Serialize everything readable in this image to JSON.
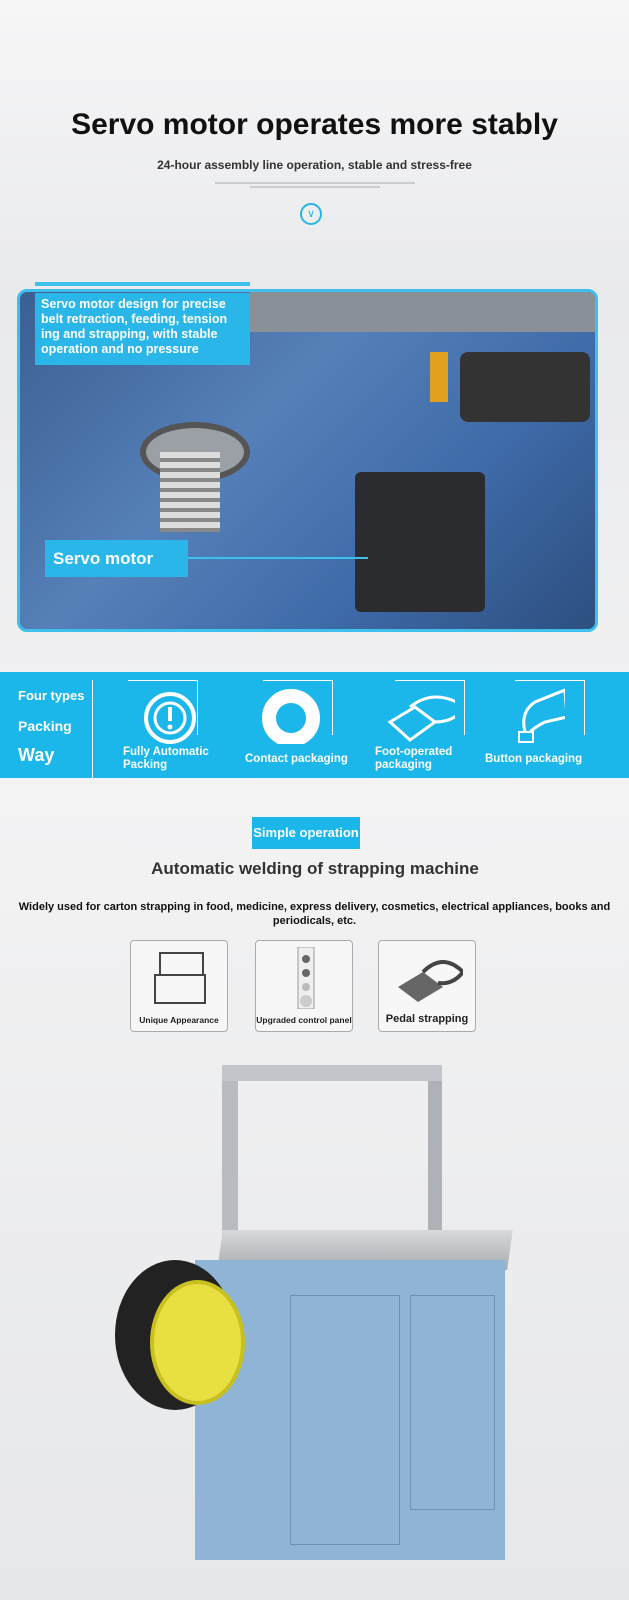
{
  "header": {
    "title": "Servo motor operates more stably",
    "subtitle": "24-hour assembly line operation, stable and stress-free"
  },
  "photo": {
    "caption": "Servo motor design for precise belt retraction, feeding, tension ing and strapping, with stable operation and no pressure",
    "label": "Servo motor"
  },
  "band": {
    "left": [
      "Four types",
      "Packing",
      "Way"
    ],
    "items": [
      {
        "label": "Fully Automatic Packing",
        "icon": "alert-circle-icon"
      },
      {
        "label": "Contact packaging",
        "icon": "ring-icon"
      },
      {
        "label": "Foot-operated packaging",
        "icon": "pedal-icon"
      },
      {
        "label": "Button packaging",
        "icon": "hand-press-icon"
      }
    ]
  },
  "section": {
    "badge": "Simple operation",
    "title": "Automatic welding of strapping machine",
    "description": "Widely used for carton strapping in food, medicine, express delivery, cosmetics, electrical appliances, books and periodicals, etc.",
    "cards": [
      {
        "label": "Unique Appearance"
      },
      {
        "label": "Upgraded control panel"
      },
      {
        "label": "Pedal strapping"
      }
    ]
  },
  "colors": {
    "accent": "#1bb7ea",
    "machine": "#8fb4d6"
  }
}
